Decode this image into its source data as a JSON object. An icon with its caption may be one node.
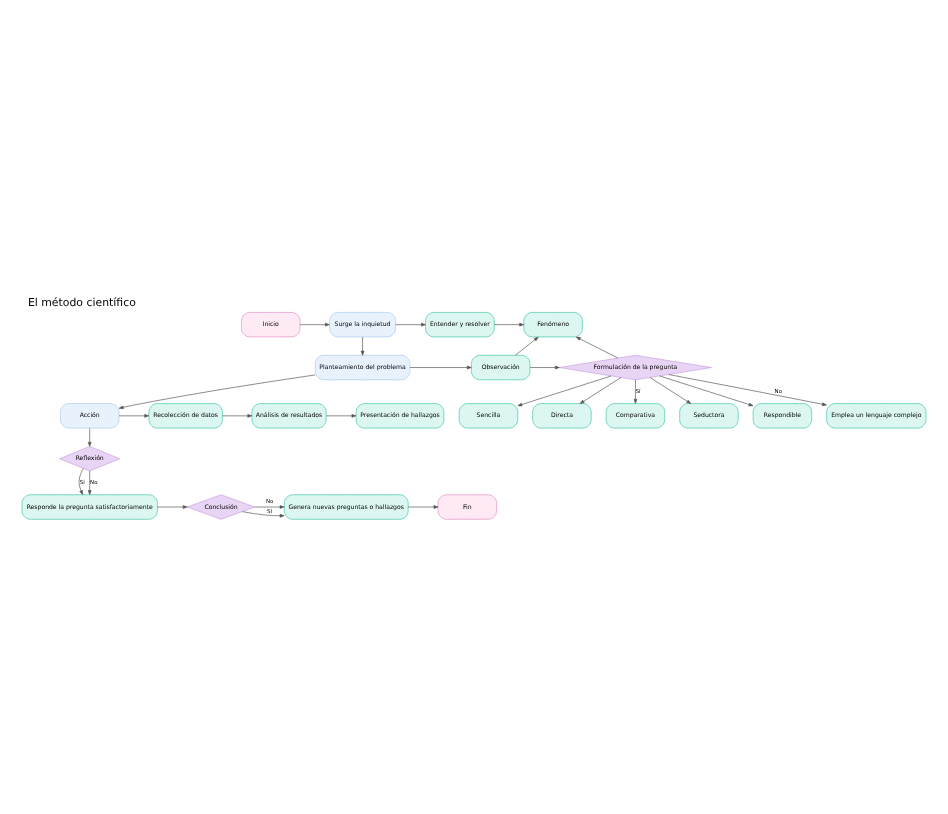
{
  "diagram": {
    "title": "El método científico",
    "nodes": [
      {
        "text": [
          "Inicio"
        ]
      },
      {
        "text": [
          "Surge la inquietud"
        ]
      },
      {
        "text": [
          "Entender y resolver"
        ]
      },
      {
        "text": [
          "Fenómeno"
        ]
      },
      {
        "text": [
          "Planteamiento del problema"
        ]
      },
      {
        "text": [
          "Observación"
        ]
      },
      {
        "text": [
          "Formulación de la pregunta"
        ]
      },
      {
        "text": [
          "Sencilla"
        ]
      },
      {
        "text": [
          "Directa"
        ]
      },
      {
        "text": [
          "Comparativa"
        ]
      },
      {
        "text": [
          "Seductora"
        ]
      },
      {
        "text": [
          "Respondible"
        ]
      },
      {
        "text": [
          "Emplea un lenguaje complejo"
        ]
      },
      {
        "text": [
          "Acción"
        ]
      },
      {
        "text": [
          "Recolección de datos"
        ]
      },
      {
        "text": [
          "Análisis de resultados"
        ]
      },
      {
        "text": [
          "Presentación de hallazgos"
        ]
      },
      {
        "text": [
          "Reflexión"
        ]
      },
      {
        "text": [
          "Responde la pregunta satisfactoriamente"
        ]
      },
      {
        "text": [
          "Conclusión"
        ]
      },
      {
        "text": [
          "Genera nuevas preguntas o hallazgos"
        ]
      },
      {
        "text": [
          "Fin"
        ]
      }
    ],
    "edges": [
      {
        "from": 0,
        "to": 1,
        "arrow": "to"
      },
      {
        "from": 1,
        "to": 2,
        "arrow": "to"
      },
      {
        "from": 2,
        "to": 3,
        "arrow": "to"
      },
      {
        "from": 1,
        "to": 4,
        "arrow": "to"
      },
      {
        "from": 4,
        "to": 5,
        "arrow": "to"
      },
      {
        "from": 5,
        "to": 3,
        "arrow": "to"
      },
      {
        "from": 5,
        "to": 6,
        "arrow": "to"
      },
      {
        "from": 6,
        "to": 3,
        "arrow": "to"
      },
      {
        "from": 6,
        "to": 7,
        "arrow": "to"
      },
      {
        "from": 6,
        "to": 8,
        "arrow": "to"
      },
      {
        "from": 6,
        "to": 9,
        "arrow": "to",
        "label": "Sí"
      },
      {
        "from": 6,
        "to": 10,
        "arrow": "to"
      },
      {
        "from": 6,
        "to": 11,
        "arrow": "to"
      },
      {
        "from": 6,
        "to": 12,
        "arrow": "to",
        "label": "No"
      },
      {
        "from": 4,
        "to": 13,
        "arrow": "to"
      },
      {
        "from": 13,
        "to": 14,
        "arrow": "to"
      },
      {
        "from": 14,
        "to": 15,
        "arrow": "to"
      },
      {
        "from": 15,
        "to": 16,
        "arrow": "to"
      },
      {
        "from": 13,
        "to": 17,
        "arrow": "to"
      },
      {
        "from": 17,
        "to": 18,
        "arrow": "to",
        "label": "Sí"
      },
      {
        "from": 17,
        "to": 18,
        "arrow": "to",
        "label": "No"
      },
      {
        "from": 18,
        "to": 19,
        "arrow": "to"
      },
      {
        "from": 19,
        "to": 20,
        "arrow": "to",
        "label": "Sí"
      },
      {
        "from": 19,
        "to": 20,
        "arrow": "to",
        "label": "No"
      },
      {
        "from": 20,
        "to": 21,
        "arrow": "to"
      }
    ]
  }
}
